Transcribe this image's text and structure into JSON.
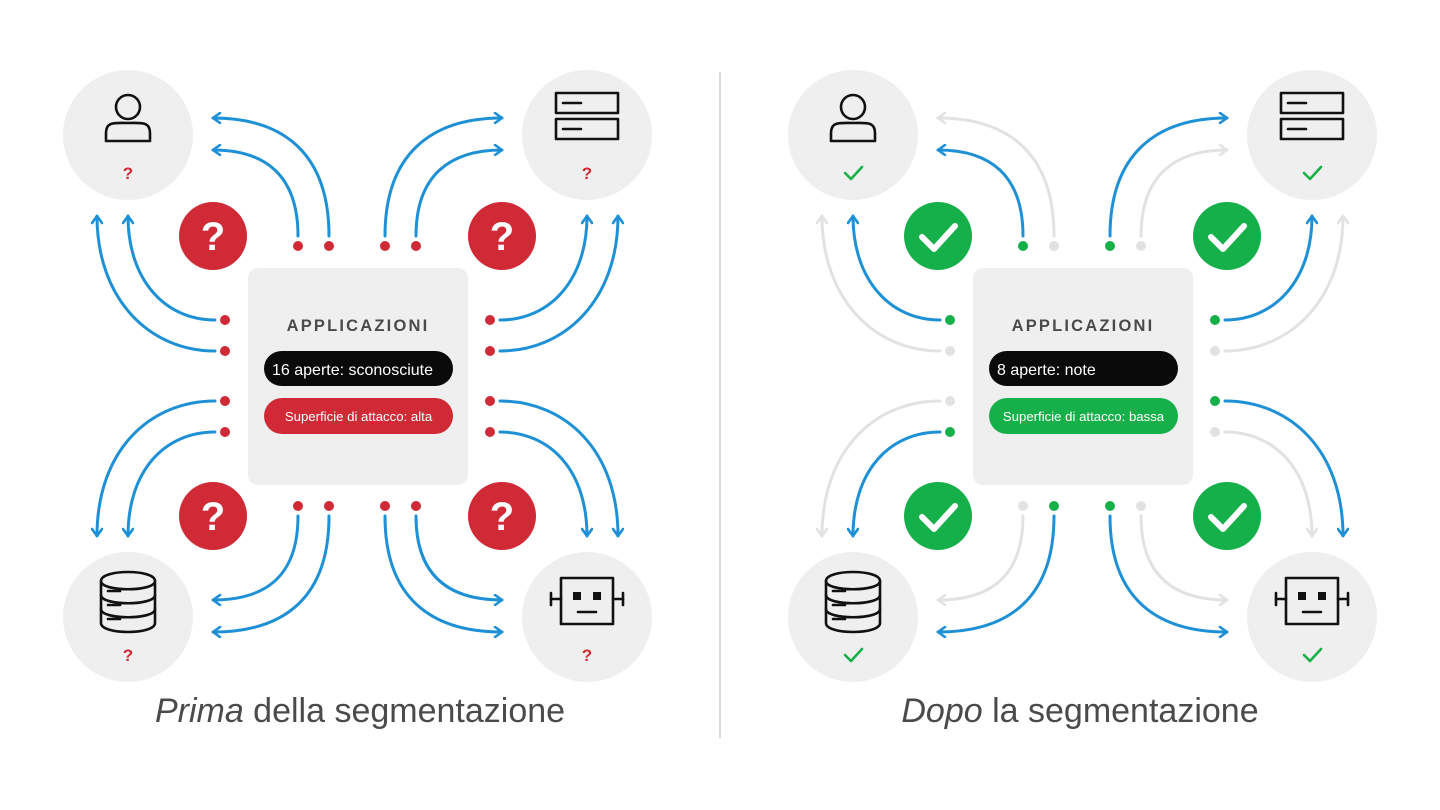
{
  "colors": {
    "arrow_active": "#1e90d6",
    "arrow_inactive": "#e2e2e2",
    "unknown": "#cf2a36",
    "ok": "#16b04a",
    "node_bg": "#efefef",
    "center_bg": "#efefef",
    "text_dark": "#4a4a4a",
    "divider": "#cfcfcf"
  },
  "center_heading": "APPLICAZIONI",
  "panels": [
    {
      "key": "before",
      "title_em": "Prima",
      "title_rest": " della segmentazione",
      "pill_open": "16 aperte: sconosciute",
      "pill_surface": "Superficie di attacco: alta",
      "state": "unknown",
      "mark_glyph": "?",
      "inactive_curves": []
    },
    {
      "key": "after",
      "title_em": "Dopo",
      "title_rest": " la segmentazione",
      "pill_open": "8 aperte: note",
      "pill_surface": "Superficie di attacco: bassa",
      "state": "ok",
      "mark_glyph": "check",
      "inactive_curves": [
        "tl-top-outer",
        "tl-side-outer",
        "tr-top-inner",
        "tr-side-outer",
        "bl-side-outer",
        "bl-bottom-inner",
        "br-bottom-inner",
        "br-side-inner"
      ]
    }
  ],
  "nodes": [
    {
      "corner": "tl",
      "icon": "user-icon"
    },
    {
      "corner": "tr",
      "icon": "server-icon"
    },
    {
      "corner": "bl",
      "icon": "database-icon"
    },
    {
      "corner": "br",
      "icon": "robot-icon"
    }
  ]
}
